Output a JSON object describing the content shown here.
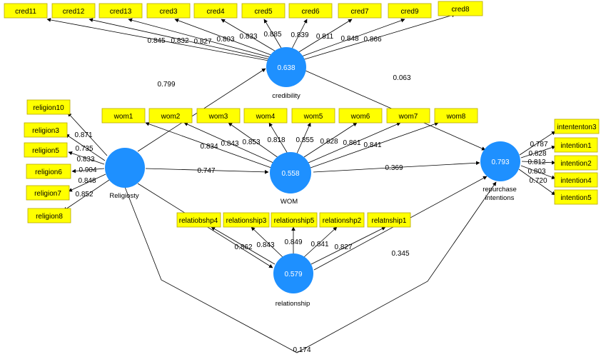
{
  "colors": {
    "indicator_fill": "#ffff00",
    "indicator_stroke": "#b8a800",
    "construct_fill": "#1e90ff",
    "line": "#000000",
    "text": "#000000",
    "construct_text": "#ffffff"
  },
  "constructs": {
    "credibility": {
      "label": "credibility",
      "r2": "0.638"
    },
    "religiosity": {
      "label": "Religiosty",
      "r2": ""
    },
    "wom": {
      "label": "WOM",
      "r2": "0.558"
    },
    "repurchase": {
      "label_line1": "repurchase",
      "label_line2": "intentions",
      "r2": "0.793"
    },
    "relationship": {
      "label": "relationship",
      "r2": "0.579"
    }
  },
  "indicators": {
    "cred": [
      {
        "label": "cred11",
        "loading": "0.845"
      },
      {
        "label": "cred12",
        "loading": "0.832"
      },
      {
        "label": "cred13",
        "loading": "0.827"
      },
      {
        "label": "cred3",
        "loading": "0.803"
      },
      {
        "label": "cred4",
        "loading": "0.833"
      },
      {
        "label": "cred5",
        "loading": "0.885"
      },
      {
        "label": "cred6",
        "loading": "0.839"
      },
      {
        "label": "cred7",
        "loading": "0.811"
      },
      {
        "label": "cred9",
        "loading": "0.848"
      },
      {
        "label": "cred8",
        "loading": "0.866"
      }
    ],
    "religion": [
      {
        "label": "religion10",
        "loading": "0.871"
      },
      {
        "label": "religion3",
        "loading": "0.735"
      },
      {
        "label": "religion5",
        "loading": "0.833"
      },
      {
        "label": "religion6",
        "loading": "0.904"
      },
      {
        "label": "religion7",
        "loading": "0.848"
      },
      {
        "label": "religion8",
        "loading": "0.852"
      }
    ],
    "wom": [
      {
        "label": "wom1",
        "loading": "0.834"
      },
      {
        "label": "wom2",
        "loading": "0.843"
      },
      {
        "label": "wom3",
        "loading": "0.853"
      },
      {
        "label": "wom4",
        "loading": "0.818"
      },
      {
        "label": "wom5",
        "loading": "0.855"
      },
      {
        "label": "wom6",
        "loading": "0.828"
      },
      {
        "label": "wom7",
        "loading": "0.861"
      },
      {
        "label": "wom8",
        "loading": "0.841"
      }
    ],
    "relationship": [
      {
        "label": "relatiobshp4",
        "loading": "0.862"
      },
      {
        "label": "relationship3",
        "loading": "0.843"
      },
      {
        "label": "relationship5",
        "loading": "0.849"
      },
      {
        "label": "relationshp2",
        "loading": "0.841"
      },
      {
        "label": "relatnship1",
        "loading": "0.827"
      }
    ],
    "intention": [
      {
        "label": "intententon3",
        "loading": "0.787"
      },
      {
        "label": "intention1",
        "loading": "0.828"
      },
      {
        "label": "intention2",
        "loading": "0.812"
      },
      {
        "label": "intention4",
        "loading": "0.803"
      },
      {
        "label": "intention5",
        "loading": "0.720"
      }
    ]
  },
  "paths": {
    "religiosity_to_credibility": "0.799",
    "credibility_to_repurchase": "0.063",
    "religiosity_to_wom": "0.747",
    "wom_to_repurchase": "0.369",
    "relationship_to_repurchase": "0.345",
    "religiosity_to_repurchase": "0.174"
  }
}
